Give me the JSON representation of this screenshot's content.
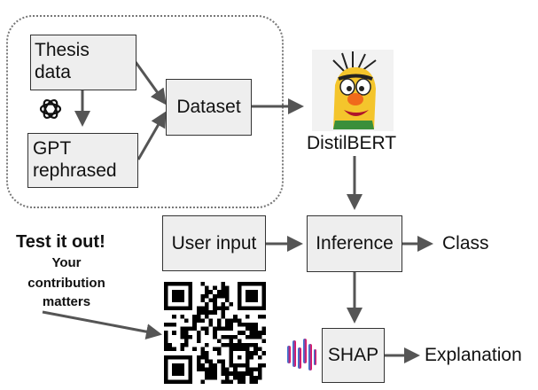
{
  "nodes": {
    "thesis_data": "Thesis\ndata",
    "gpt_rephrased": "GPT\nrephrased",
    "dataset": "Dataset",
    "distilbert": "DistilBERT",
    "user_input": "User input",
    "inference": "Inference",
    "class": "Class",
    "shap": "SHAP",
    "explanation": "Explanation"
  },
  "callout": {
    "headline": "Test it out!",
    "line1": "Your",
    "line2": "contribution",
    "line3": "matters"
  },
  "icons": [
    "openai-logo-icon",
    "distilbert-mascot-icon",
    "qr-code-icon",
    "shap-logo-icon"
  ],
  "colors": {
    "box_fill": "#eeeeee",
    "arrow": "#555555",
    "shap_gradient": [
      "#1e88e5",
      "#ff0051"
    ]
  }
}
